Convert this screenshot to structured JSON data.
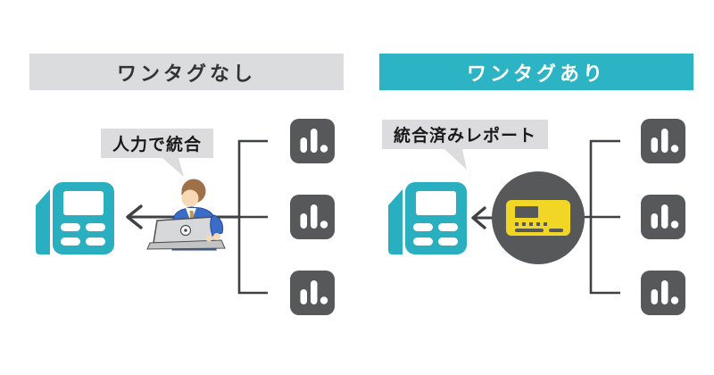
{
  "panels": [
    {
      "id": "without-onetag",
      "header": {
        "label": "ワンタグなし"
      },
      "callout": {
        "label": "人力で統合"
      },
      "report_icon": "newspaper-report",
      "integrator": "person-at-laptop",
      "sources": [
        "bar-chart",
        "bar-chart",
        "bar-chart"
      ]
    },
    {
      "id": "with-onetag",
      "header": {
        "label": "ワンタグあり"
      },
      "callout": {
        "label": "統合済みレポート"
      },
      "report_icon": "newspaper-report",
      "integrator": "one-tag-device",
      "sources": [
        "bar-chart",
        "bar-chart",
        "bar-chart"
      ]
    }
  ],
  "colors": {
    "teal_header": "#2CB4C4",
    "teal_icon": "#29AFC0",
    "gray_label": "#DCDCDE",
    "gray_header": "#DBDCDD",
    "dark_icon": "#57585A",
    "connector_line": "#3F4144",
    "tag_yellow": "#F2D625",
    "suit_blue": "#3A6CC8",
    "header_text_dark": "#333333",
    "header_text_light": "#FFFFFF"
  }
}
